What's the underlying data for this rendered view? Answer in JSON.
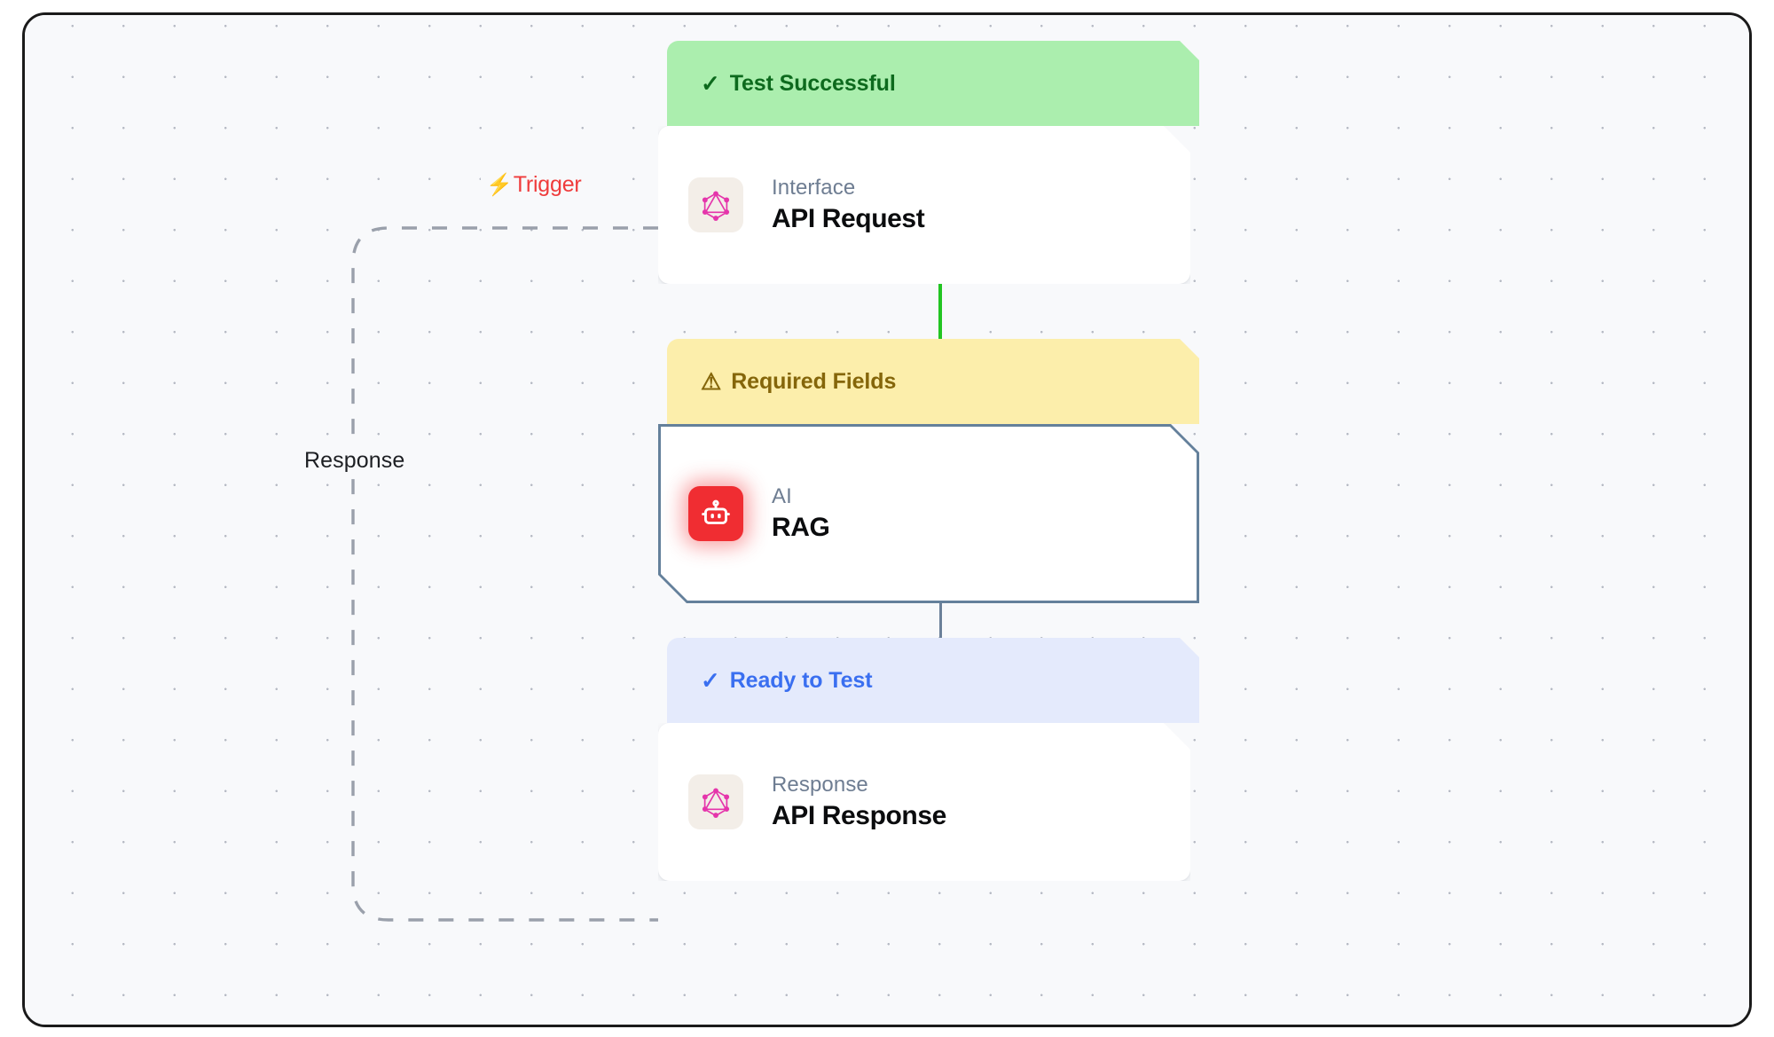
{
  "canvas": {
    "background_color": "#f8f9fb",
    "grid": "dot-grid",
    "grid_dot_color": "#b6bac4",
    "frame_border_color": "#1a1a1a"
  },
  "edges": [
    {
      "id": "trigger-feedback",
      "label": "Trigger",
      "label_color": "#ef3b3b",
      "icon": "lightning-bolt-icon",
      "style": "dashed",
      "color": "#9aa0ab"
    },
    {
      "id": "response-feedback",
      "label": "Response",
      "label_color": "#1d1f23",
      "style": "dashed",
      "color": "#9aa0ab"
    },
    {
      "id": "request-to-rag",
      "label": "",
      "style": "solid",
      "color": "#22c522"
    },
    {
      "id": "rag-to-response",
      "label": "",
      "style": "solid",
      "color": "#6b8099"
    }
  ],
  "nodes": [
    {
      "id": "api-request",
      "status_label": "Test Successful",
      "status_icon": "check-icon",
      "status_glyph": "✓",
      "status_type": "success",
      "status_bg": "#abeeae",
      "status_color": "#0d6a1d",
      "kind": "Interface",
      "title": "API Request",
      "icon": "graphql-icon",
      "icon_color": "#e535ab",
      "icon_bg": "#f3eee8"
    },
    {
      "id": "rag",
      "status_label": "Required Fields",
      "status_icon": "warning-triangle-icon",
      "status_glyph": "⚠",
      "status_type": "warning",
      "status_bg": "#fceeab",
      "status_color": "#85660a",
      "kind": "AI",
      "title": "RAG",
      "icon": "robot-icon",
      "icon_color": "#ffffff",
      "icon_bg": "#f02d32",
      "selected": true,
      "border_color": "#64809b"
    },
    {
      "id": "api-response",
      "status_label": "Ready to Test",
      "status_icon": "check-icon",
      "status_glyph": "✓",
      "status_type": "ready",
      "status_bg": "#e4eafc",
      "status_color": "#3a6ff0",
      "kind": "Response",
      "title": "API Response",
      "icon": "graphql-icon",
      "icon_color": "#e535ab",
      "icon_bg": "#f3eee8"
    }
  ],
  "handles": {
    "color": "#64809b",
    "count": 4
  }
}
